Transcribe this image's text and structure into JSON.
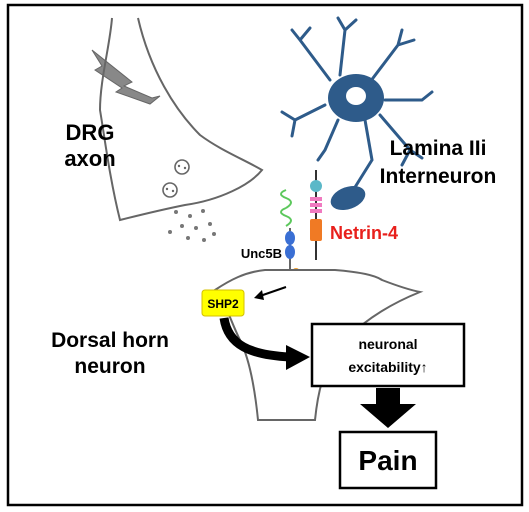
{
  "labels": {
    "drg_line1": "DRG",
    "drg_line2": "axon",
    "lamina_line1": "Lamina IIi",
    "lamina_line2": "Interneuron",
    "netrin": "Netrin-4",
    "unc5b": "Unc5B",
    "shp2": "SHP2",
    "dorsal_line1": "Dorsal horn",
    "dorsal_line2": "neuron",
    "excite_line1": "neuronal",
    "excite_line2": "excitability↑",
    "pain": "Pain"
  },
  "colors": {
    "interneuron": "#2e5b8a",
    "netrin_text": "#e8201c",
    "shp2_fill": "#ffff00",
    "outline": "#666666",
    "arrow": "#000000"
  }
}
